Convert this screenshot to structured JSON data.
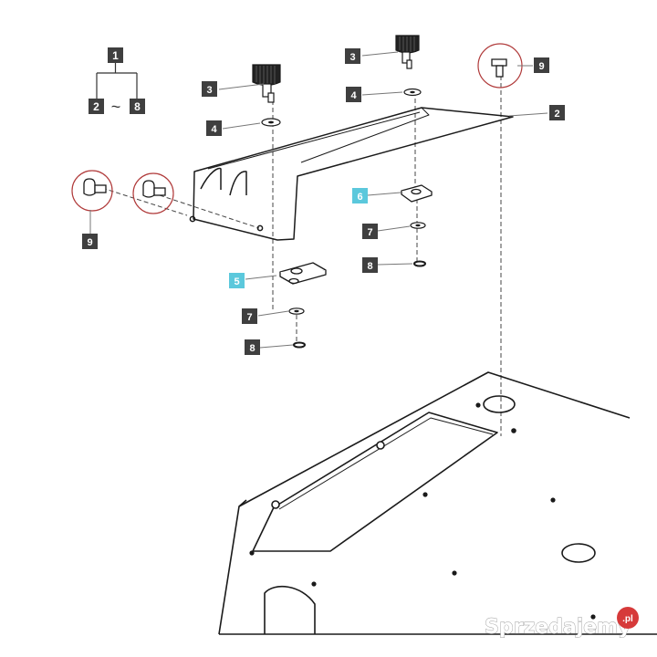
{
  "legend": {
    "parent": "1",
    "range_start": "2",
    "range_sep": "~",
    "range_end": "8"
  },
  "callouts": [
    {
      "id": "c3a",
      "label": "3",
      "highlight": false
    },
    {
      "id": "c3b",
      "label": "3",
      "highlight": false
    },
    {
      "id": "c4a",
      "label": "4",
      "highlight": false
    },
    {
      "id": "c4b",
      "label": "4",
      "highlight": false
    },
    {
      "id": "c9r",
      "label": "9",
      "highlight": false
    },
    {
      "id": "c2",
      "label": "2",
      "highlight": false
    },
    {
      "id": "c9l",
      "label": "9",
      "highlight": false
    },
    {
      "id": "c6",
      "label": "6",
      "highlight": true
    },
    {
      "id": "c7r",
      "label": "7",
      "highlight": false
    },
    {
      "id": "c8r",
      "label": "8",
      "highlight": false
    },
    {
      "id": "c5",
      "label": "5",
      "highlight": true
    },
    {
      "id": "c7l",
      "label": "7",
      "highlight": false
    },
    {
      "id": "c8l",
      "label": "8",
      "highlight": false
    }
  ],
  "watermark": {
    "text": "Sprzedajemy",
    "badge": ".pl"
  },
  "colors": {
    "callout_dark": "#3f3f3f",
    "callout_highlight": "#5bc8dc",
    "line": "#1a1a1a",
    "leader": "#777777",
    "circle": "#b03a3a",
    "watermark_badge": "#d63a3a"
  }
}
